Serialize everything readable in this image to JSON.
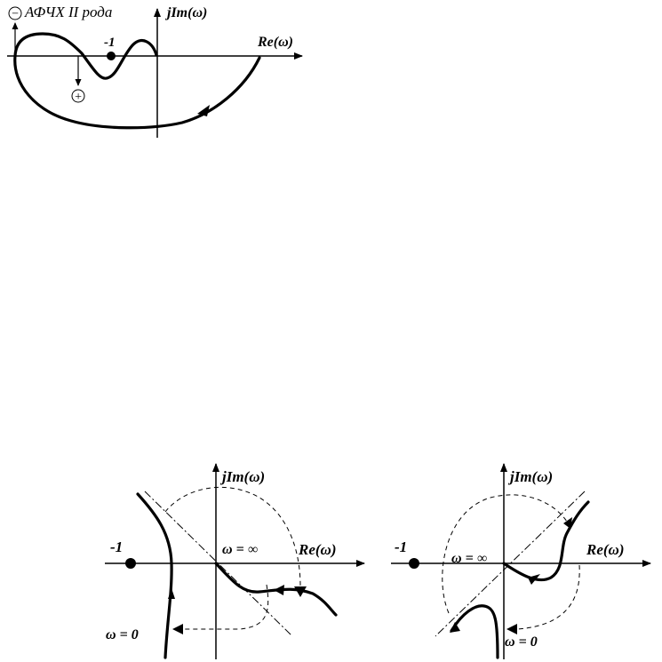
{
  "diagram_top": {
    "title": "АФЧХ II рода",
    "minus_sign": "−",
    "plus_sign": "+",
    "axis_imag": "jIm(ω)",
    "axis_real": "Re(ω)",
    "point_label": "-1"
  },
  "diagram_left": {
    "axis_imag": "jIm(ω)",
    "axis_real": "Re(ω)",
    "point_label": "-1",
    "omega_inf": "ω = ∞",
    "omega_zero": "ω = 0"
  },
  "diagram_right": {
    "axis_imag": "jIm(ω)",
    "axis_real": "Re(ω)",
    "point_label": "-1",
    "omega_inf": "ω = ∞",
    "omega_zero": "ω = 0"
  }
}
